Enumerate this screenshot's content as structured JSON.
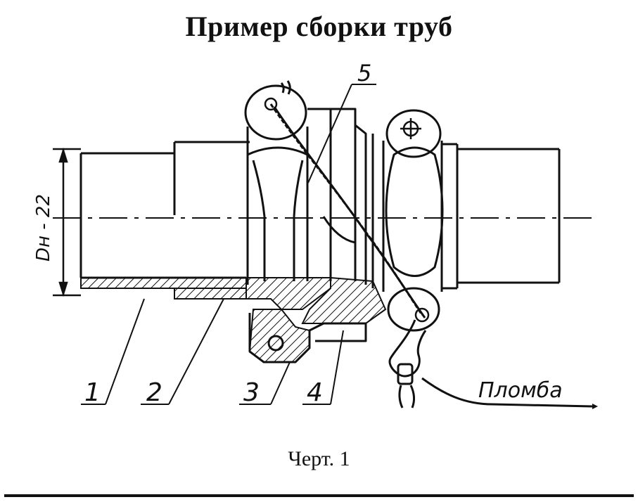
{
  "title": "Пример сборки труб",
  "caption": "Черт. 1",
  "dimension_label": "Dн - 22",
  "callouts": {
    "part_1": "1",
    "part_2": "2",
    "part_3": "3",
    "part_4": "4",
    "part_5": "5"
  },
  "seal_label": "Пломба"
}
